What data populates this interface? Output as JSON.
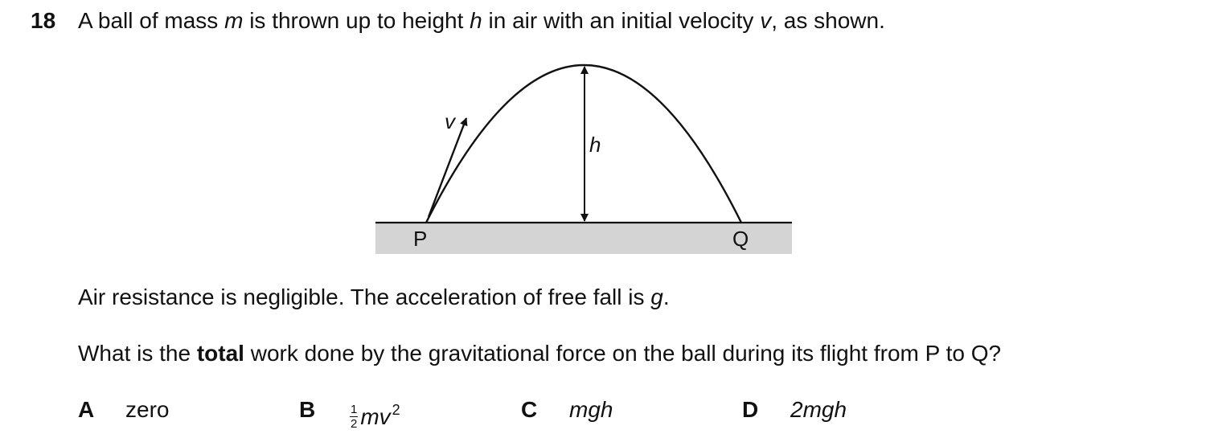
{
  "question": {
    "number": "18",
    "stem": {
      "t1": "A ball of mass ",
      "m": "m",
      "t2": " is thrown up to height ",
      "h": "h",
      "t3": " in air with an initial velocity ",
      "v": "v",
      "t4": ", as shown."
    },
    "line1": {
      "t1": "Air resistance is negligible. The acceleration of free fall is ",
      "g": "g",
      "t2": "."
    },
    "line2": {
      "t1": "What is the ",
      "bold": "total",
      "t2": " work done by the gravitational force on the ball during its flight from P to Q?"
    }
  },
  "diagram": {
    "velocity_label": "v",
    "height_label": "h",
    "start_label": "P",
    "end_label": "Q",
    "ground_color": "#d4d4d4"
  },
  "options": [
    {
      "letter": "A",
      "text": "zero"
    },
    {
      "letter": "B",
      "frac_num": "1",
      "frac_den": "2",
      "text": "mv",
      "power": "2"
    },
    {
      "letter": "C",
      "text": "mgh"
    },
    {
      "letter": "D",
      "text": "2mgh"
    }
  ]
}
